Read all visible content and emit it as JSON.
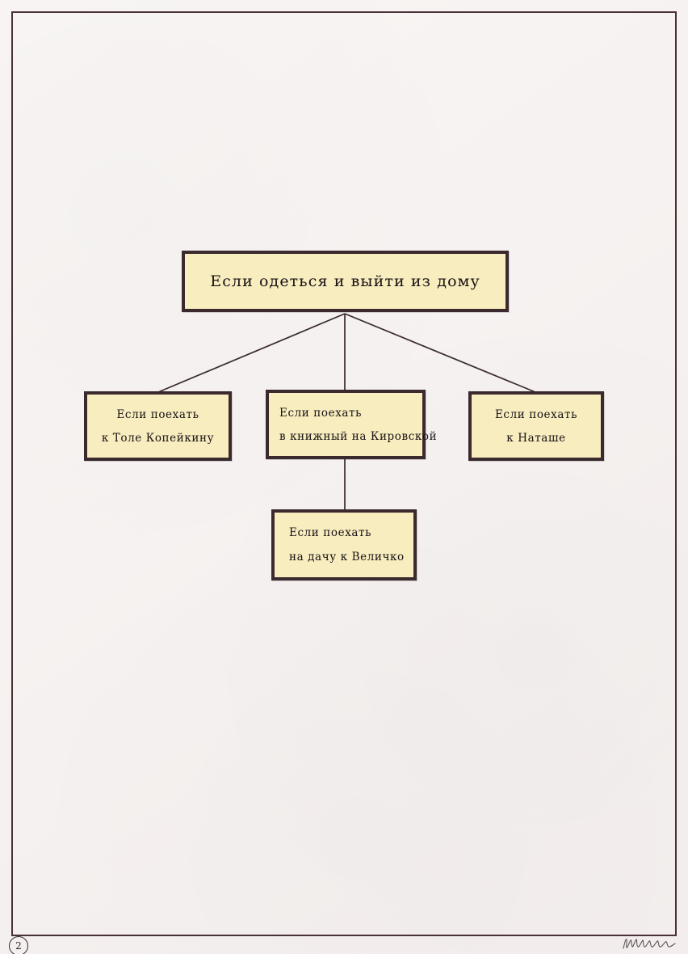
{
  "page": {
    "background_color": "#f6f2f1",
    "frame_color": "#4a3038",
    "page_number": "2",
    "signature_name": "handwritten-signature"
  },
  "diagram": {
    "type": "tree",
    "node_fill_color": "#f7edbf",
    "node_border_color": "#3a2a2e",
    "connector_color": "#3a2a2e",
    "root": {
      "id": "root",
      "lines": [
        "Если одеться и выйти из дому"
      ]
    },
    "children": [
      {
        "id": "tolya",
        "lines": [
          "Если поехать",
          "к Толе Копейкину"
        ]
      },
      {
        "id": "book",
        "lines": [
          "Если поехать",
          "в книжный на Кировской"
        ]
      },
      {
        "id": "natasha",
        "lines": [
          "Если поехать",
          "к Наташе"
        ]
      }
    ],
    "grandchild": {
      "id": "dacha",
      "parent": "book",
      "lines": [
        "Если поехать",
        "на дачу к Величко"
      ]
    }
  }
}
